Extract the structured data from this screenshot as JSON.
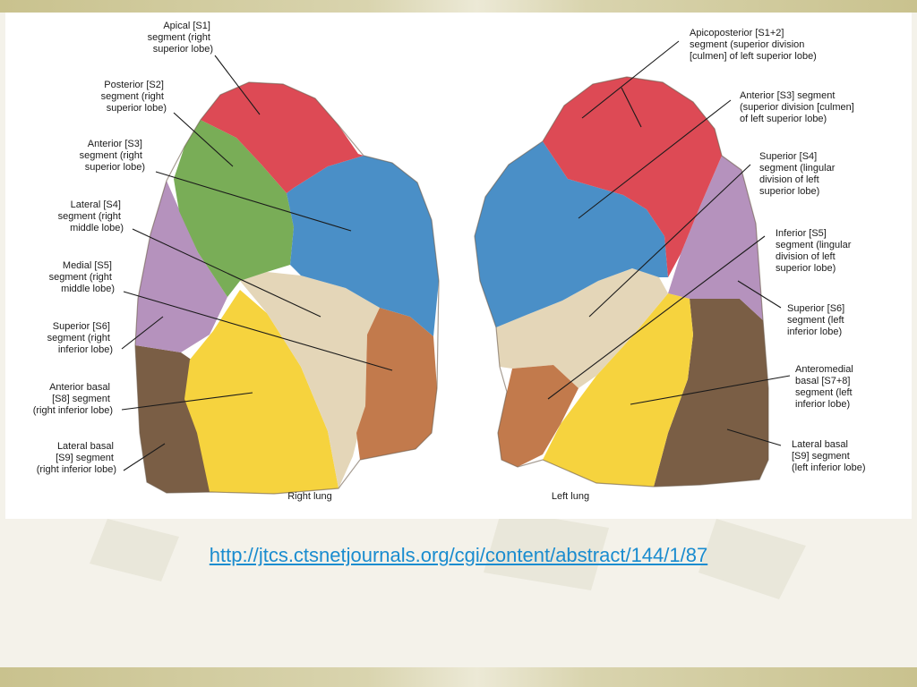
{
  "labels": {
    "right": [
      {
        "lines": [
          "Apical [S1]",
          "segment (right",
          "superior lobe)"
        ]
      },
      {
        "lines": [
          "Posterior [S2]",
          "segment (right",
          "superior lobe)"
        ]
      },
      {
        "lines": [
          "Anterior [S3]",
          "segment (right",
          "superior lobe)"
        ]
      },
      {
        "lines": [
          "Lateral [S4]",
          "segment (right",
          "middle lobe)"
        ]
      },
      {
        "lines": [
          "Medial [S5]",
          "segment (right",
          "middle lobe)"
        ]
      },
      {
        "lines": [
          "Superior [S6]",
          "segment (right",
          "inferior lobe)"
        ]
      },
      {
        "lines": [
          "Anterior basal",
          "[S8] segment",
          "(right inferior lobe)"
        ]
      },
      {
        "lines": [
          "Lateral basal",
          "[S9] segment",
          "(right inferior lobe)"
        ]
      }
    ],
    "left": [
      {
        "lines": [
          "Apicoposterior [S1+2]",
          "segment (superior division",
          "[culmen] of left superior lobe)"
        ]
      },
      {
        "lines": [
          "Anterior [S3] segment",
          "(superior division [culmen]",
          "of left superior lobe)"
        ]
      },
      {
        "lines": [
          "Superior [S4]",
          "segment (lingular",
          "division of left",
          "superior lobe)"
        ]
      },
      {
        "lines": [
          "Inferior [S5]",
          "segment (lingular",
          "division of left",
          "superior lobe)"
        ]
      },
      {
        "lines": [
          "Superior [S6]",
          "segment (left",
          "inferior lobe)"
        ]
      },
      {
        "lines": [
          "Anteromedial",
          "basal [S7+8]",
          "segment (left",
          "inferior lobe)"
        ]
      },
      {
        "lines": [
          "Lateral basal",
          "[S9] segment",
          "(left inferior lobe)"
        ]
      }
    ]
  },
  "captions": {
    "right_lung": "Right lung",
    "left_lung": "Left lung"
  },
  "source_url": "http://jtcs.ctsnetjournals.org/cgi/content/abstract/144/1/87",
  "colors": {
    "apical_red": "#dd4a55",
    "posterior_green": "#79ad57",
    "anterior_blue": "#4a8fc7",
    "superior_purple": "#b592bd",
    "basal_yellow": "#f6d33e",
    "middle_tan": "#e4d6b8",
    "medial_orange": "#c27a4c",
    "lateral_brown": "#7a5e45",
    "link_blue": "#1a8ccf"
  }
}
